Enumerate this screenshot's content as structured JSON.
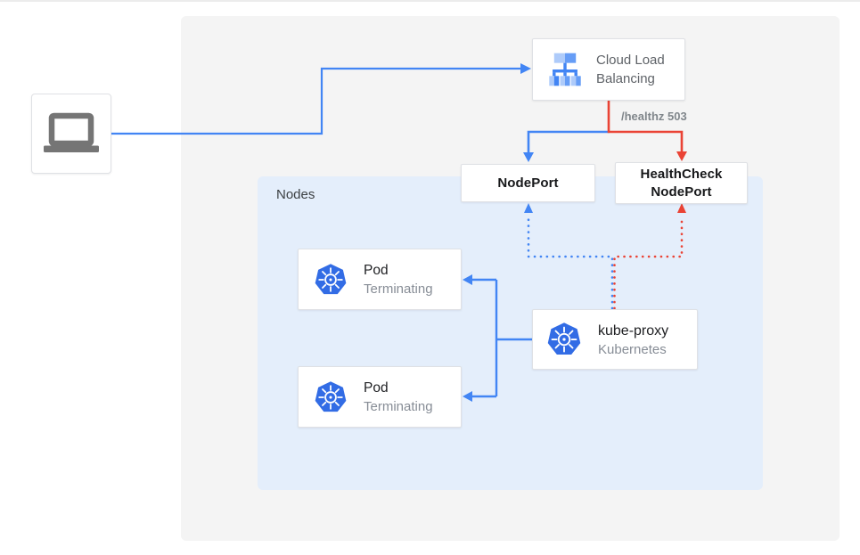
{
  "colors": {
    "arrow_blue": "#4285f4",
    "arrow_red": "#ea4335",
    "panel_bg": "#f4f4f4",
    "nodes_bg": "#e4eefb",
    "kubernetes_blue": "#326ce5",
    "icon_gray": "#757575",
    "text_dark": "#202124",
    "text_gray": "#5f6368",
    "text_muted": "#80868b"
  },
  "client": {
    "icon": "laptop-icon"
  },
  "cloud_load_balancing": {
    "label": "Cloud Load Balancing",
    "icon": "load-balancer-icon"
  },
  "labels": {
    "healthz": "/healthz 503"
  },
  "nodes": {
    "label": "Nodes"
  },
  "nodeport": {
    "label": "NodePort"
  },
  "healthcheck_nodeport": {
    "line1": "HealthCheck",
    "line2": "NodePort"
  },
  "pods": [
    {
      "title": "Pod",
      "subtitle": "Terminating",
      "icon": "kubernetes-icon"
    },
    {
      "title": "Pod",
      "subtitle": "Terminating",
      "icon": "kubernetes-icon"
    }
  ],
  "kube_proxy": {
    "title": "kube-proxy",
    "subtitle": "Kubernetes",
    "icon": "kubernetes-icon"
  }
}
